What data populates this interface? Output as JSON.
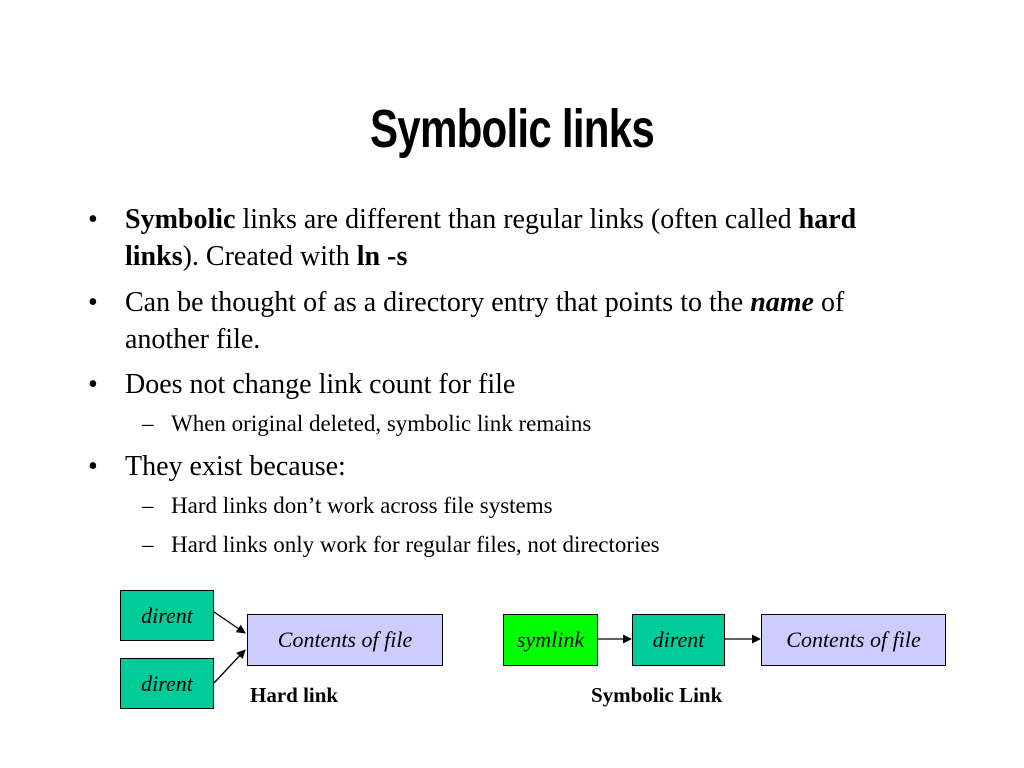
{
  "title": "Symbolic links",
  "bullets": {
    "b1": {
      "symbolic": "Symbolic",
      "t1": " links are different than regular links (often called ",
      "hard_links": "hard links",
      "t2": ").  Created with ",
      "cmd": "ln -s"
    },
    "b2": {
      "t1": "Can be thought of as a directory entry that points to the ",
      "name": "name",
      "t2": " of another file."
    },
    "b3": "Does not change link count for file",
    "b3_sub1": "When original deleted, symbolic link remains",
    "b4": "They exist because:",
    "b4_sub1": "Hard links don’t work across file systems",
    "b4_sub2": "Hard links only work for regular files, not directories"
  },
  "diagram": {
    "hard": {
      "dirent_top": "dirent",
      "dirent_bottom": "dirent",
      "contents": "Contents of file",
      "caption": "Hard link"
    },
    "symbolic": {
      "symlink": "symlink",
      "dirent": "dirent",
      "contents": "Contents of file",
      "caption": "Symbolic Link"
    },
    "colors": {
      "dirent": "#00cc99",
      "symlink": "#00ff00",
      "contents": "#ccccff"
    }
  }
}
